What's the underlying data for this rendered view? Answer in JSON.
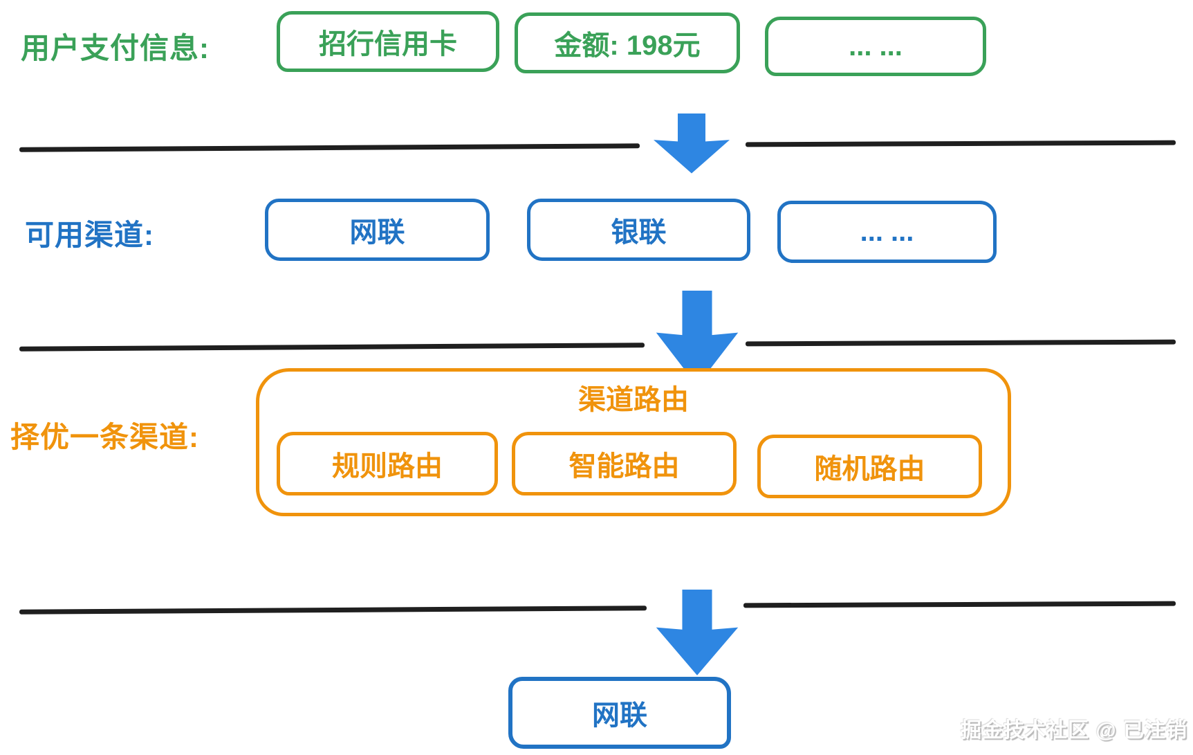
{
  "palette": {
    "green": "#3aa158",
    "blue": "#2173c4",
    "arrow": "#2e86e2",
    "orange": "#f0930c",
    "line": "#1f1f1f"
  },
  "row_payment": {
    "label": "用户支付信息:",
    "boxes": [
      {
        "label": "招行信用卡"
      },
      {
        "label": "金额: 198元"
      },
      {
        "label": "... ..."
      }
    ]
  },
  "row_channels": {
    "label": "可用渠道:",
    "boxes": [
      {
        "label": "网联"
      },
      {
        "label": "银联"
      },
      {
        "label": "... ..."
      }
    ]
  },
  "section_routing": {
    "label": "择优一条渠道:",
    "container_title": "渠道路由",
    "boxes": [
      {
        "label": "规则路由"
      },
      {
        "label": "智能路由"
      },
      {
        "label": "随机路由"
      }
    ]
  },
  "result": {
    "box_label": "网联"
  },
  "watermark": "掘金技术社区 @ 已注销"
}
